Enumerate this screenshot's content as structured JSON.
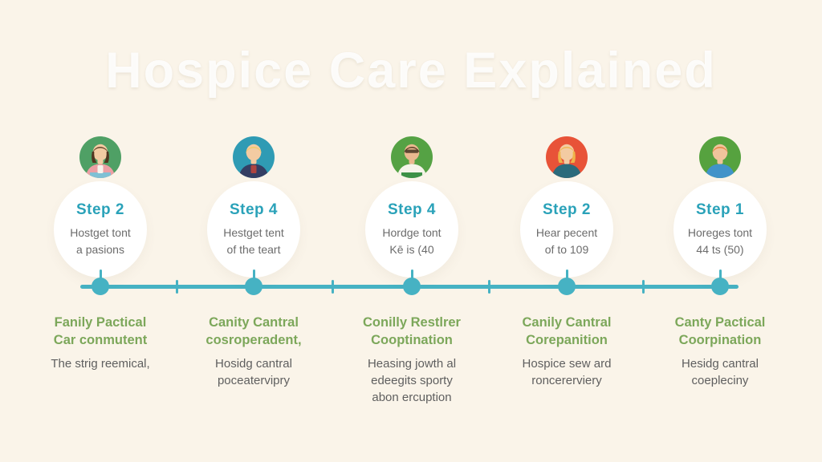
{
  "title": "Hospice Care Explained",
  "colors": {
    "background": "#FAF4E9",
    "title_white": "#FFFFFF",
    "accent_teal": "#2AA2B9",
    "timeline_teal": "#46B2C3",
    "heading_green": "#7CA75A",
    "body_gray": "#5F5F5F",
    "card_white": "#FFFFFF"
  },
  "steps": [
    {
      "step_label": "Step 2",
      "card_text": "Hostget tont\na pasions",
      "heading": "Fanily Pactical\nCar conmutent",
      "body": "The strig reemical,",
      "avatar": {
        "name": "woman-brown-hair-avatar",
        "bg": "#4FA065",
        "hair": "#53351F",
        "skin": "#F3CBA2",
        "shirt": "#EC9FA4",
        "accent_chest": "#F7F3EC",
        "accent_waist": "#7FC0D4",
        "long_hair": true,
        "glasses": false
      }
    },
    {
      "step_label": "Step 4",
      "card_text": "Hestget tent\nof the teart",
      "heading": "Canity Cantral\ncosroperadent,",
      "body": "Hosidg cantral\npoceatervipry",
      "avatar": {
        "name": "blond-person-navy-jacket-avatar",
        "bg": "#2F9BB4",
        "hair": "#F0CB5F",
        "skin": "#F3CBA2",
        "shirt": "#343E63",
        "accent_chest": "#AE4440",
        "accent_waist": null,
        "long_hair": false,
        "glasses": false
      }
    },
    {
      "step_label": "Step 4",
      "card_text": "Hordge tont\nKē is (40",
      "heading": "Conilly Restlrer\nCooptination",
      "body": "Heasing jowth al\nedeegits sporty\nabon ercuption",
      "avatar": {
        "name": "man-glasses-white-shirt-avatar",
        "bg": "#55A244",
        "hair": "#49301C",
        "skin": "#E9B98F",
        "shirt": "#F6F4EA",
        "accent_chest": null,
        "accent_waist": "#3D9147",
        "long_hair": false,
        "glasses": true
      }
    },
    {
      "step_label": "Step 2",
      "card_text": "Hear pecent\nof to 109",
      "heading": "Canily Cantral\nCorepanition",
      "body": "Hospice sew ard\nroncererviery",
      "avatar": {
        "name": "blonde-woman-red-circle-avatar",
        "bg": "#E85338",
        "hair": "#F0B44A",
        "skin": "#F3CBA2",
        "shirt": "#2B6B7C",
        "accent_chest": null,
        "accent_waist": null,
        "long_hair": true,
        "glasses": false
      }
    },
    {
      "step_label": "Step 1",
      "card_text": "Horeges tont\n44 ts (50)",
      "heading": "Canty Pactical\nCoorpination",
      "body": "Hesidg cantral\ncoepleciny",
      "avatar": {
        "name": "orange-hair-man-blue-shirt-avatar",
        "bg": "#56A23F",
        "hair": "#E07B35",
        "skin": "#F0C49C",
        "shirt": "#4193C9",
        "accent_chest": null,
        "accent_waist": null,
        "long_hair": false,
        "glasses": false
      }
    }
  ]
}
